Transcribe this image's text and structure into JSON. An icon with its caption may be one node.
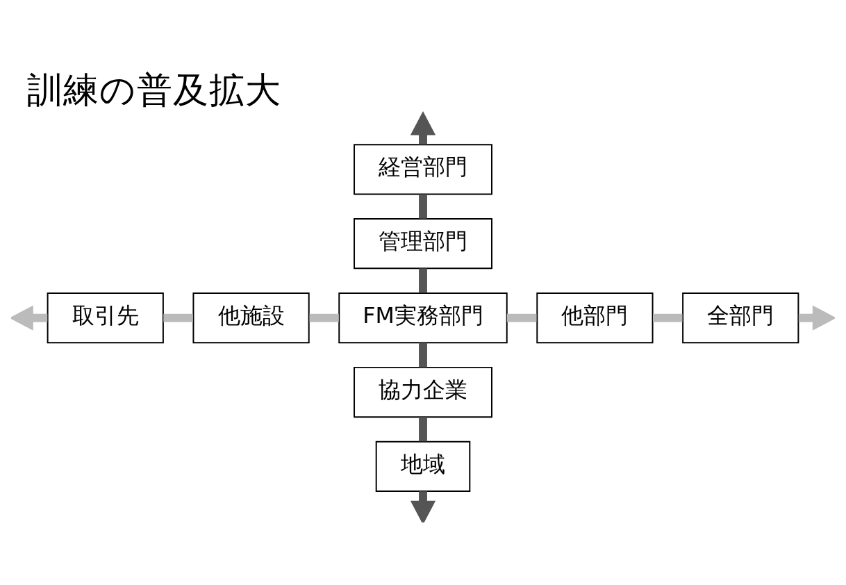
{
  "diagram": {
    "title": "訓練の普及拡大",
    "nodes": [
      {
        "text": [
          "経営部門"
        ]
      },
      {
        "text": [
          "管理部門"
        ]
      },
      {
        "text": [
          "FM実務部門"
        ]
      },
      {
        "text": [
          "協力企業"
        ]
      },
      {
        "text": [
          "地域"
        ]
      },
      {
        "text": [
          "取引先"
        ]
      },
      {
        "text": [
          "他施設"
        ]
      },
      {
        "text": [
          "他部門"
        ]
      },
      {
        "text": [
          "全部門"
        ]
      }
    ],
    "edges": [
      {
        "from": 0,
        "to": null,
        "arrow": "to",
        "color": "#555555"
      },
      {
        "from": 0,
        "to": 1,
        "arrow": "none",
        "color": "#555555"
      },
      {
        "from": 1,
        "to": 2,
        "arrow": "none",
        "color": "#555555"
      },
      {
        "from": 2,
        "to": 3,
        "arrow": "none",
        "color": "#555555"
      },
      {
        "from": 3,
        "to": 4,
        "arrow": "none",
        "color": "#555555"
      },
      {
        "from": 4,
        "to": null,
        "arrow": "to",
        "color": "#555555"
      },
      {
        "from": 5,
        "to": null,
        "arrow": "to",
        "color": "#bbbbbb"
      },
      {
        "from": 5,
        "to": 6,
        "arrow": "none",
        "color": "#bbbbbb"
      },
      {
        "from": 6,
        "to": 2,
        "arrow": "none",
        "color": "#bbbbbb"
      },
      {
        "from": 2,
        "to": 7,
        "arrow": "none",
        "color": "#bbbbbb"
      },
      {
        "from": 7,
        "to": 8,
        "arrow": "none",
        "color": "#bbbbbb"
      },
      {
        "from": 8,
        "to": null,
        "arrow": "to",
        "color": "#bbbbbb"
      }
    ]
  }
}
